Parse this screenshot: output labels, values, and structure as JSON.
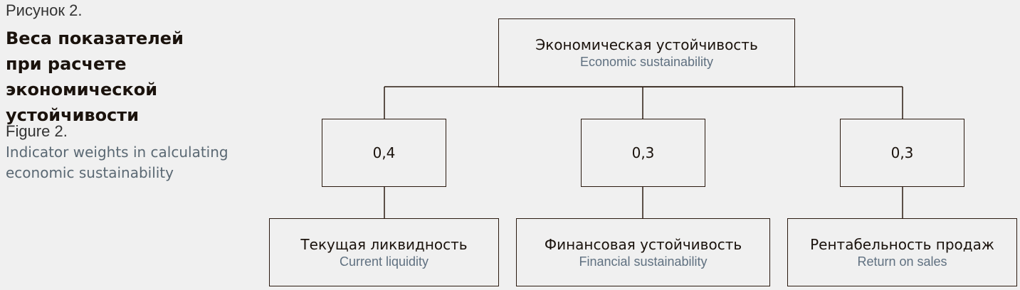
{
  "caption": {
    "figure_ru": "Рисунок 2.",
    "title_ru": "Веса показателей при расчете экономической устойчивости",
    "figure_en": "Figure 2.",
    "title_en": "Indicator weights in calculating economic sustainability"
  },
  "root": {
    "ru": "Экономическая устойчивость",
    "en": "Economic sustainability"
  },
  "weights": [
    "0,4",
    "0,3",
    "0,3"
  ],
  "leaves": [
    {
      "ru": "Текущая ликвидность",
      "en": "Current liquidity"
    },
    {
      "ru": "Финансовая устойчивость",
      "en": "Financial sustainability"
    },
    {
      "ru": "Рентабельность продаж",
      "en": "Return on sales"
    }
  ]
}
